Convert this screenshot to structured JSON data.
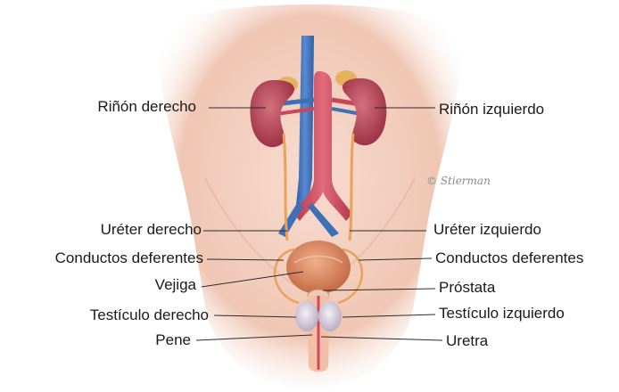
{
  "labels": {
    "right_kidney": "Riñón derecho",
    "left_kidney": "Riñón izquierdo",
    "right_ureter": "Uréter derecho",
    "left_ureter": "Uréter izquierdo",
    "vas_deferens_left_side": "Conductos deferentes",
    "vas_deferens_right_side": "Conductos deferentes",
    "bladder": "Vejiga",
    "prostate": "Próstata",
    "right_testicle": "Testículo derecho",
    "left_testicle": "Testículo izquierdo",
    "penis": "Pene",
    "urethra": "Uretra"
  },
  "signature": "© Stierman",
  "colors": {
    "skin": "#f2cfc0",
    "kidney": "#b8475a",
    "vein": "#3f6fb5",
    "artery": "#c9475a",
    "ureter": "#e8a25a",
    "bladder": "#d98a5e",
    "leader_line": "#2b2b2b"
  }
}
